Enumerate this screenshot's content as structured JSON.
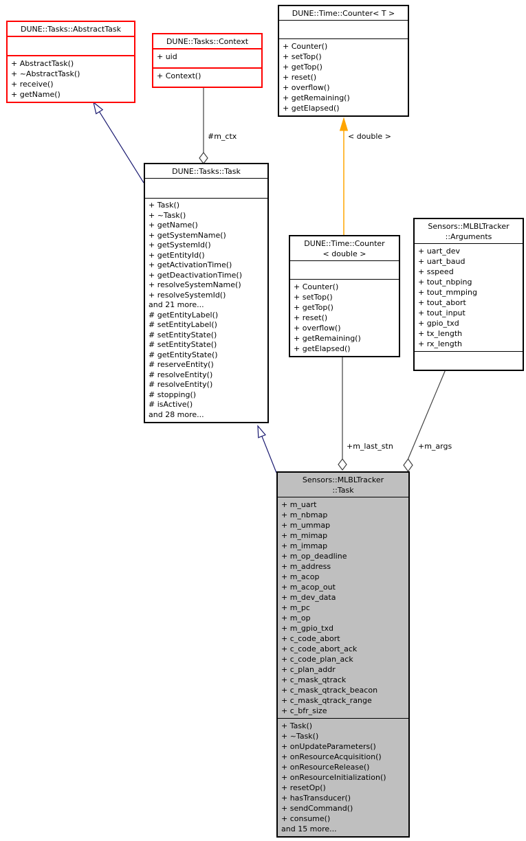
{
  "colors": {
    "inheritance_edge": "#191970",
    "template_edge": "#ffa500",
    "aggregation_edge": "#404040",
    "incomplete_node_border": "#ff0000",
    "node_border": "#000000",
    "focus_node_fill": "#bfbfbf",
    "node_fill": "#ffffff",
    "text": "#000000"
  },
  "classes": {
    "abstract_task": {
      "title_lines": [
        "DUNE::Tasks::AbstractTask"
      ],
      "attributes": [],
      "methods": [
        "+ AbstractTask()",
        "+ ~AbstractTask()",
        "+ receive()",
        "+ getName()"
      ]
    },
    "context": {
      "title_lines": [
        "DUNE::Tasks::Context"
      ],
      "attributes": [
        "+ uid"
      ],
      "methods": [
        "+ Context()"
      ]
    },
    "counter_t": {
      "title_lines": [
        "DUNE::Time::Counter< T >"
      ],
      "attributes": [],
      "methods": [
        "+ Counter()",
        "+ setTop()",
        "+ getTop()",
        "+ reset()",
        "+ overflow()",
        "+ getRemaining()",
        "+ getElapsed()"
      ]
    },
    "task": {
      "title_lines": [
        "DUNE::Tasks::Task"
      ],
      "attributes": [],
      "methods": [
        "+ Task()",
        "+ ~Task()",
        "+ getName()",
        "+ getSystemName()",
        "+ getSystemId()",
        "+ getEntityId()",
        "+ getActivationTime()",
        "+ getDeactivationTime()",
        "+ resolveSystemName()",
        "+ resolveSystemId()",
        "and 21 more...",
        "# getEntityLabel()",
        "# setEntityLabel()",
        "# setEntityState()",
        "# setEntityState()",
        "# getEntityState()",
        "# reserveEntity()",
        "# resolveEntity()",
        "# resolveEntity()",
        "# stopping()",
        "# isActive()",
        "and 28 more..."
      ]
    },
    "counter_double": {
      "title_lines": [
        "DUNE::Time::Counter",
        "< double >"
      ],
      "attributes": [],
      "methods": [
        "+ Counter()",
        "+ setTop()",
        "+ getTop()",
        "+ reset()",
        "+ overflow()",
        "+ getRemaining()",
        "+ getElapsed()"
      ]
    },
    "arguments": {
      "title_lines": [
        "Sensors::MLBLTracker",
        "::Arguments"
      ],
      "attributes": [
        "+ uart_dev",
        "+ uart_baud",
        "+ sspeed",
        "+ tout_nbping",
        "+ tout_mmping",
        "+ tout_abort",
        "+ tout_input",
        "+ gpio_txd",
        "+ tx_length",
        "+ rx_length"
      ],
      "methods": []
    },
    "mlbl_task": {
      "title_lines": [
        "Sensors::MLBLTracker",
        "::Task"
      ],
      "attributes": [
        "+ m_uart",
        "+ m_nbmap",
        "+ m_ummap",
        "+ m_mimap",
        "+ m_immap",
        "+ m_op_deadline",
        "+ m_address",
        "+ m_acop",
        "+ m_acop_out",
        "+ m_dev_data",
        "+ m_pc",
        "+ m_op",
        "+ m_gpio_txd",
        "+ c_code_abort",
        "+ c_code_abort_ack",
        "+ c_code_plan_ack",
        "+ c_plan_addr",
        "+ c_mask_qtrack",
        "+ c_mask_qtrack_beacon",
        "+ c_mask_qtrack_range",
        "+ c_bfr_size"
      ],
      "methods": [
        "+ Task()",
        "+ ~Task()",
        "+ onUpdateParameters()",
        "+ onResourceAcquisition()",
        "+ onResourceRelease()",
        "+ onResourceInitialization()",
        "+ resetOp()",
        "+ hasTransducer()",
        "+ sendCommand()",
        "+ consume()",
        "and 15 more..."
      ]
    }
  },
  "edge_labels": {
    "m_ctx": "#m_ctx",
    "template_instance": "< double >",
    "m_last_stn": "+m_last_stn",
    "m_args": "+m_args"
  },
  "relations": [
    {
      "type": "public-inheritance",
      "from": "DUNE::Tasks::Task",
      "to": "DUNE::Tasks::AbstractTask",
      "label": ""
    },
    {
      "type": "aggregation",
      "from": "DUNE::Tasks::Context",
      "to": "DUNE::Tasks::Task",
      "label": "#m_ctx"
    },
    {
      "type": "template-instance",
      "from": "DUNE::Time::Counter< T >",
      "to": "DUNE::Time::Counter< double >",
      "label": "< double >"
    },
    {
      "type": "public-inheritance",
      "from": "Sensors::MLBLTracker::Task",
      "to": "DUNE::Tasks::Task",
      "label": ""
    },
    {
      "type": "aggregation",
      "from": "DUNE::Time::Counter< double >",
      "to": "Sensors::MLBLTracker::Task",
      "label": "+m_last_stn"
    },
    {
      "type": "aggregation",
      "from": "Sensors::MLBLTracker::Arguments",
      "to": "Sensors::MLBLTracker::Task",
      "label": "+m_args"
    }
  ]
}
